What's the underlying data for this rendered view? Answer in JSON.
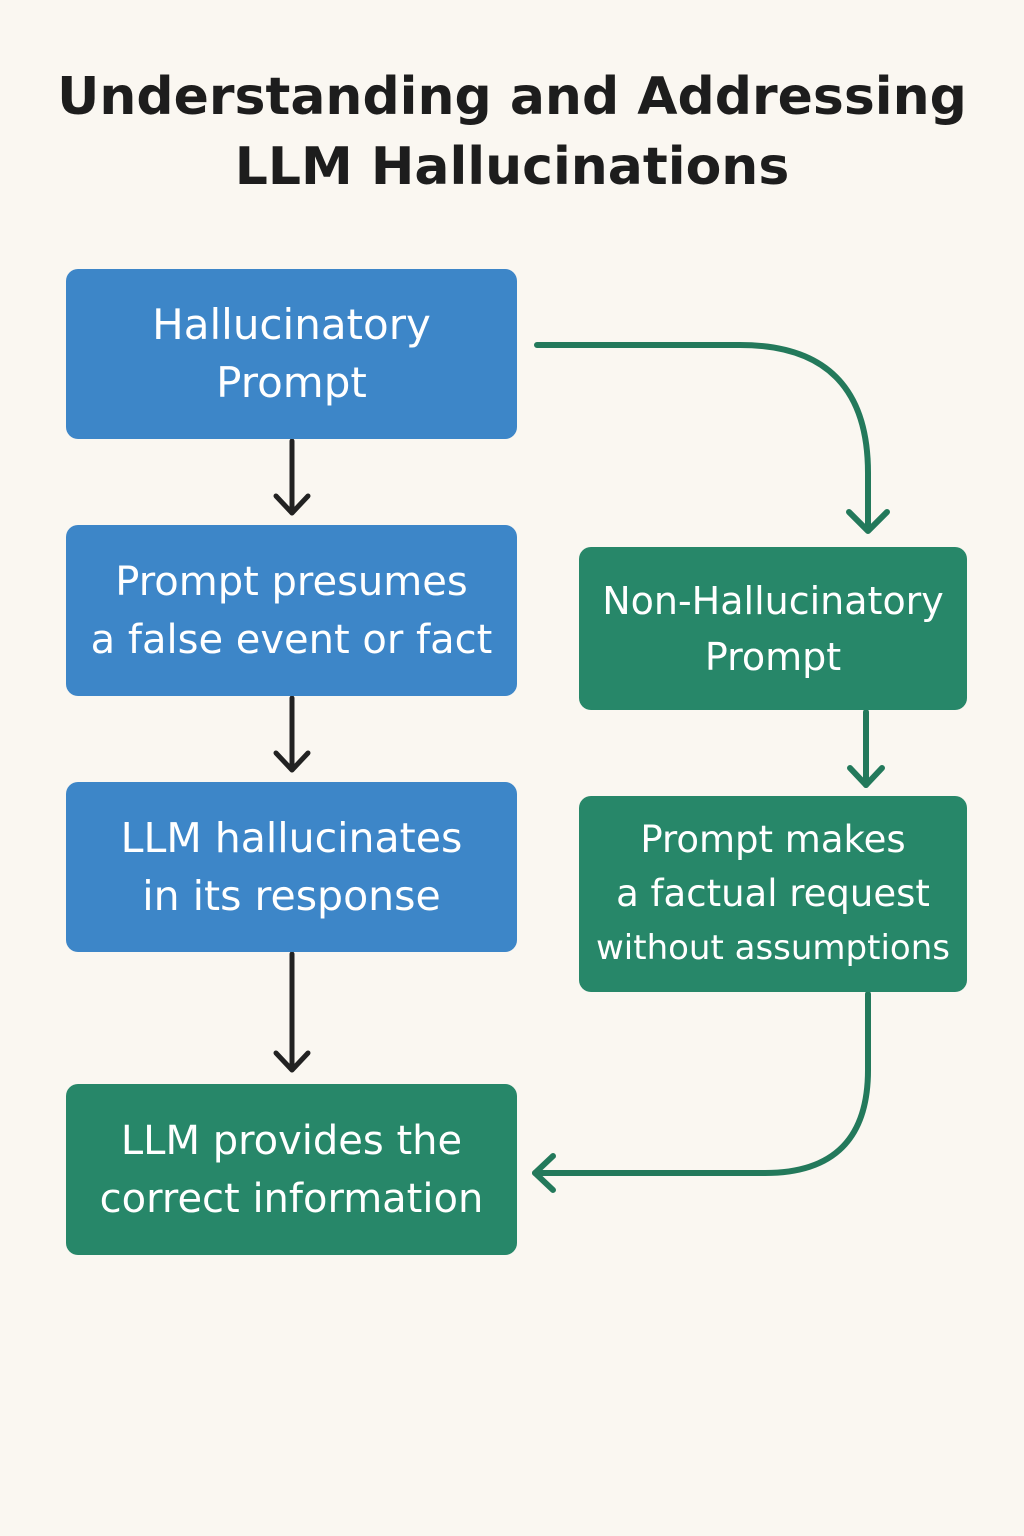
{
  "title": {
    "line1": "Understanding and Addressing",
    "line2": "LLM Hallucinations"
  },
  "nodes": {
    "hallucinatory_prompt": {
      "line1": "Hallucinatory",
      "line2": "Prompt"
    },
    "presumes_false": {
      "line1": "Prompt presumes",
      "line2": "a false event or fact"
    },
    "llm_hallucinates": {
      "line1": "LLM hallucinates",
      "line2": "in its response"
    },
    "correct_info": {
      "line1": "LLM provides the",
      "line2": "correct information"
    },
    "non_hallucinatory_prompt": {
      "line1": "Non-Hallucinatory",
      "line2": "Prompt"
    },
    "factual_request": {
      "line1": "Prompt makes",
      "line2": "a factual request",
      "line3": "without assumptions"
    }
  },
  "colors": {
    "background": "#faf7f1",
    "blue_box": "#3d86c8",
    "green_box": "#278769",
    "dark_arrow": "#222222",
    "green_arrow": "#23795b",
    "title_text": "#1d1d1d"
  }
}
